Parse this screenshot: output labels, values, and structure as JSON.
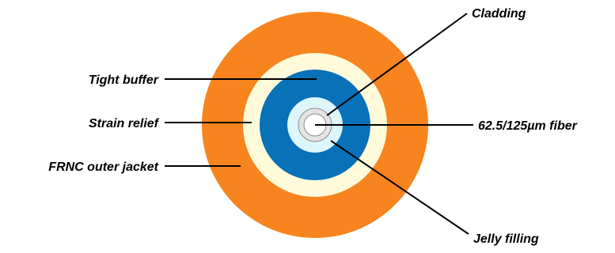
{
  "labels": {
    "cladding": "Cladding",
    "tight_buffer": "Tight buffer",
    "strain_relief": "Strain relief",
    "fiber": "62.5/125µm fiber",
    "outer_jacket": "FRNC outer jacket",
    "jelly_filling": "Jelly filling"
  },
  "colors": {
    "outer_jacket": "#F7841E",
    "strain_relief": "#FFFBDA",
    "tight_buffer": "#0871B8",
    "jelly_filling": "#DDF6FC",
    "cladding": "#E4E4E4",
    "fiber_core": "#FFFFFF",
    "leader_lines": "#000000"
  }
}
